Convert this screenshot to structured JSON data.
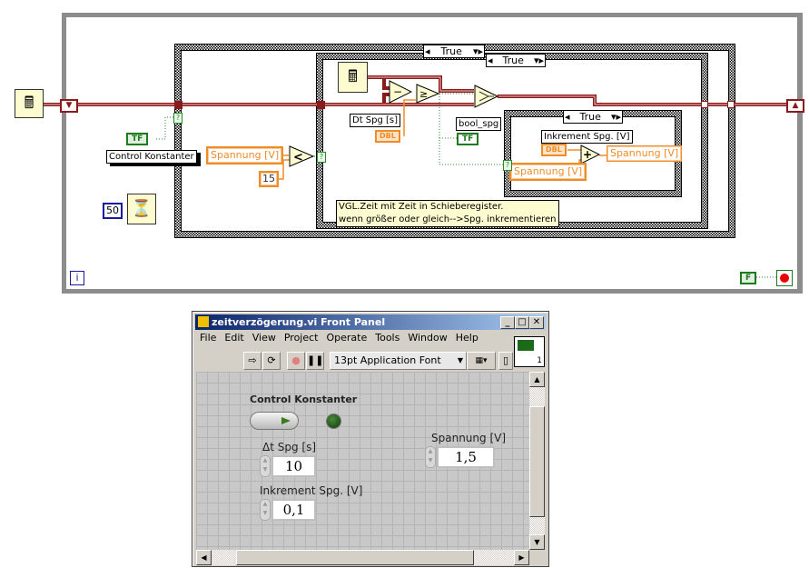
{
  "diagram": {
    "case_outer": {
      "selector": "True"
    },
    "case_middle": {
      "selector": "True"
    },
    "case_inner": {
      "selector": "True"
    },
    "control_konstanter_label": "Control Konstanter",
    "tf_constant": "TF",
    "selector_terminal": "?",
    "spannung_local_var": "Spannung [V]",
    "const_15": "15",
    "less_than": "<",
    "const_50": "50",
    "dt_label": "Dt Spg [s]",
    "dbl": "DBL",
    "bool_spg_label": "bool_spg",
    "bool_spg_tf": "TF",
    "inkrement_label": "Inkrement Spg. [V]",
    "spannung_control": "Spannung [V]",
    "spannung_indicator": "Spannung [V]",
    "minus": "−",
    "gte": "≥",
    "plus": "+",
    "comment_line1": "VGL.Zeit mit Zeit in Schieberegister.",
    "comment_line2": "wenn größer oder gleich-->Spg. inkrementieren",
    "info": "i",
    "stop_const": "F"
  },
  "front_panel": {
    "title": "zeitverzögerung.vi Front Panel",
    "menu": [
      "File",
      "Edit",
      "View",
      "Project",
      "Operate",
      "Tools",
      "Window",
      "Help"
    ],
    "font_select": "13pt Application Font",
    "connector_number": "1",
    "control_konstanter": "Control Konstanter",
    "dt_label": "Δt Spg [s]",
    "dt_value": "10",
    "inkrement_label": "Inkrement Spg. [V]",
    "inkrement_value": "0,1",
    "spannung_label": "Spannung [V]",
    "spannung_value": "1,5"
  }
}
